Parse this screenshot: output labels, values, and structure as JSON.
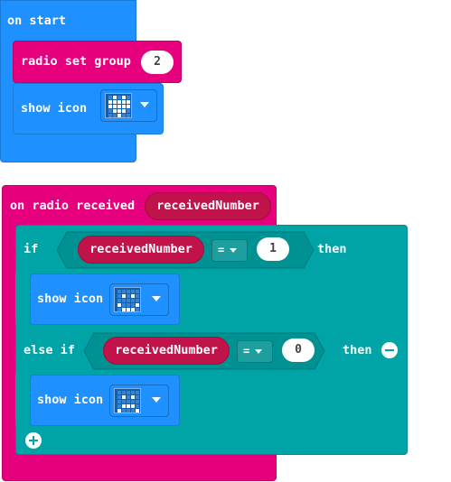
{
  "on_start": {
    "label": "on start",
    "radio_set_group": {
      "label": "radio set group",
      "value": "2"
    },
    "show_icon": {
      "label": "show icon",
      "icon": "heart-small-icon"
    }
  },
  "on_radio_received": {
    "label": "on radio received",
    "param": "receivedNumber",
    "if_block": {
      "if_label": "if",
      "variable": "receivedNumber",
      "operator": "=",
      "value": "1",
      "then_label": "then",
      "show_icon": {
        "label": "show icon",
        "icon": "happy-icon"
      }
    },
    "else_if_block": {
      "label": "else if",
      "variable": "receivedNumber",
      "operator": "=",
      "value": "0",
      "then_label": "then",
      "show_icon": {
        "label": "show icon",
        "icon": "sad-icon"
      }
    }
  },
  "colors": {
    "basic": "#1e90ff",
    "radio": "#e6007e",
    "logic": "#00a4a6",
    "variable": "#c0134a"
  }
}
